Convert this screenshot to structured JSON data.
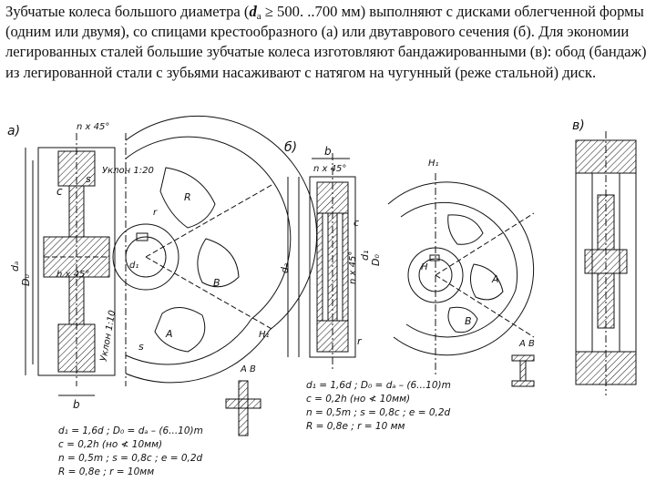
{
  "caption": {
    "part1": "Зубчатые колеса большого диаметра (",
    "symbol": "d",
    "subscript": "a",
    "part2": " ≥ 500. ..700 мм) выполняют с дисками облегченной формы (одним или двумя), со спицами крестообразного (а) или двутаврового сечения (б). Для экономии легированных сталей большие зубчатые колеса изготовляют бандажированными (в): обод (бандаж) из легированной стали с зубьями насаживают с натягом на чугунный (реже стальной) диск."
  },
  "figure_a": {
    "label": "а)",
    "chamfer_top": "n x 45°",
    "slope_top": "Уклон 1:20",
    "chamfer_hub": "h x 45°",
    "slope_side": "Уклон 1:10",
    "section_label": "А В",
    "dims": {
      "c": "c",
      "s": "s",
      "d1": "d₁",
      "da": "dₐ",
      "d0": "D₀",
      "b": "b",
      "R": "R",
      "r": "r",
      "H1": "H₁",
      "A": "A",
      "B": "B"
    },
    "formulas": [
      "d₁ = 1,6d ; D₀ = dₐ – (6...10)m",
      "c = 0,2h (но ≮ 10мм)",
      "n = 0,5m ; s = 0,8c ; e = 0,2d",
      "R = 0,8e ; r = 10мм"
    ]
  },
  "figure_b": {
    "label": "б)",
    "chamfer_top": "n x 45°",
    "chamfer_mid": "n x 45°",
    "section_label": "А В",
    "dims": {
      "b": "b",
      "c": "c",
      "r": "r",
      "d1": "d₁",
      "da": "dₐ",
      "d0": "D₀",
      "H": "H",
      "H1": "H₁",
      "A": "A",
      "B": "B"
    },
    "formulas": [
      "d₁ = 1,6d ; D₀ = dₐ – (6...10)m",
      "c = 0,2h (но ≮ 10мм)",
      "n = 0,5m ; s = 0,8c ; e = 0,2d",
      "R = 0,8e ; r = 10 мм"
    ]
  },
  "figure_c": {
    "label": "в)"
  }
}
